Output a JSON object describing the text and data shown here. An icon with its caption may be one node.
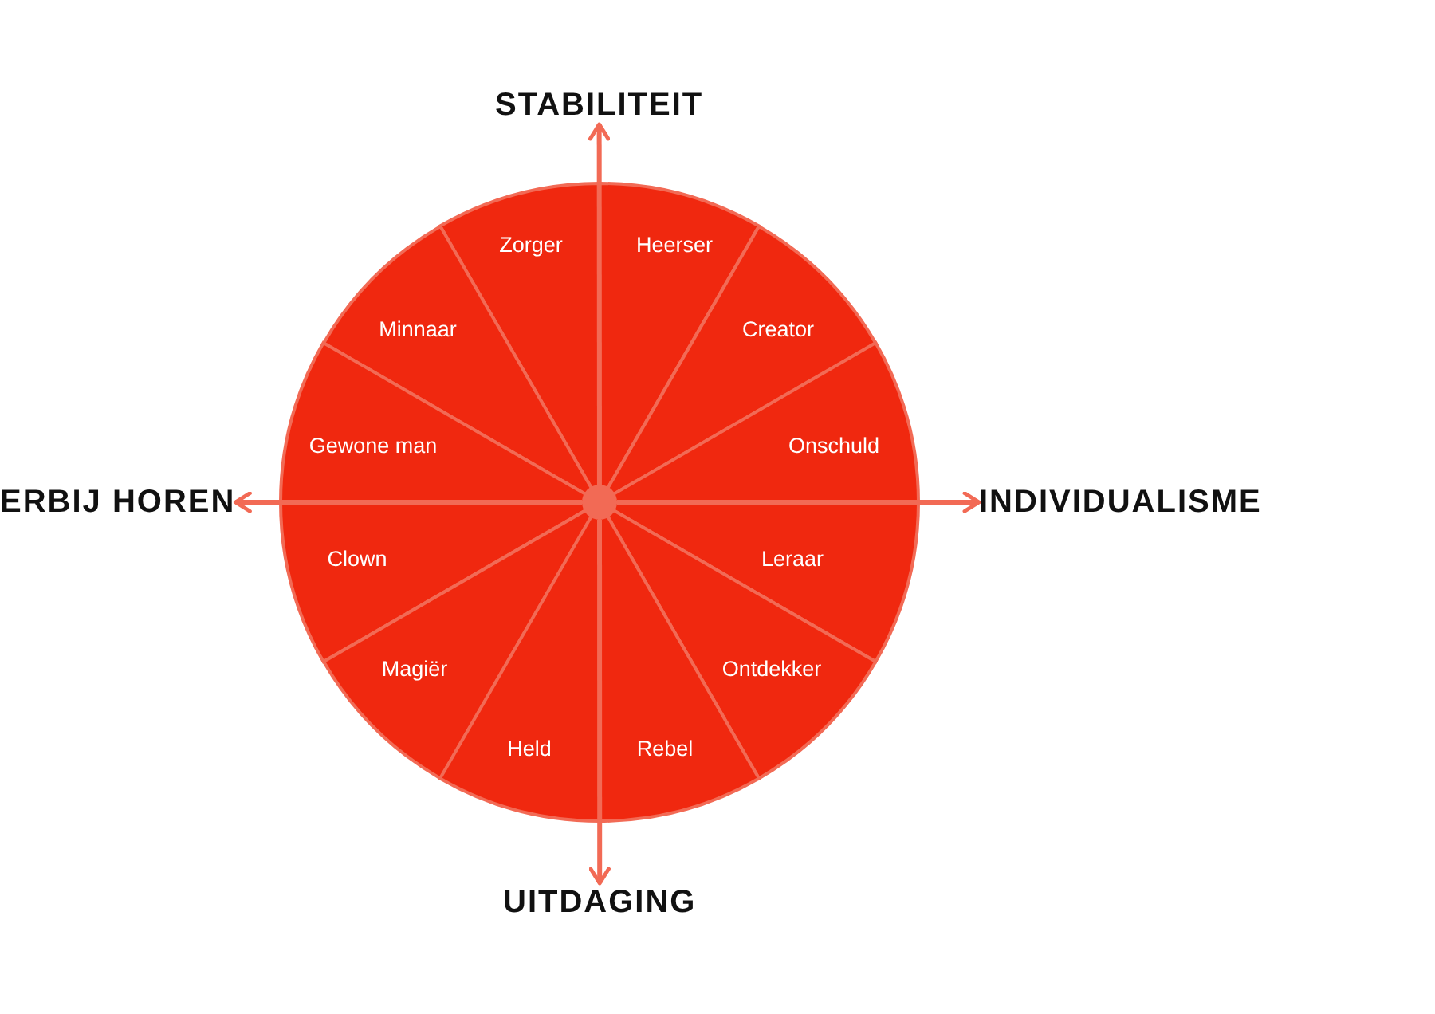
{
  "diagram": {
    "nodes": [
      {
        "text": [
          "STABILITEIT"
        ]
      },
      {
        "text": [],
        "shape": "circle"
      },
      {
        "text": [
          "Zorger"
        ],
        "in": 1
      },
      {
        "text": [
          "Heerser"
        ],
        "in": 1
      },
      {
        "text": [
          "Minnaar"
        ],
        "in": 1
      },
      {
        "text": [
          "Creator"
        ],
        "in": 1
      },
      {
        "text": [
          "Gewone man"
        ],
        "in": 1
      },
      {
        "text": [
          "Onschuld"
        ],
        "in": 1
      },
      {
        "text": [
          "Clown"
        ],
        "in": 1
      },
      {
        "text": [
          "Leraar"
        ],
        "in": 1
      },
      {
        "text": [
          "Magiër"
        ],
        "in": 1
      },
      {
        "text": [
          "Ontdekker"
        ],
        "in": 1
      },
      {
        "text": [
          "Held"
        ],
        "in": 1
      },
      {
        "text": [
          "Rebel"
        ],
        "in": 1
      },
      {
        "text": [],
        "shape": "circle",
        "in": 1
      },
      {
        "text": [
          "ERBIJ HOREN"
        ]
      },
      {
        "text": [
          "INDIVIDUALISME"
        ]
      },
      {
        "text": [
          "UITDAGING"
        ]
      }
    ],
    "edges": [
      {
        "from": 14,
        "to": 0,
        "arrow": "to"
      },
      {
        "from": 14,
        "to": 15,
        "arrow": "to"
      },
      {
        "from": 14,
        "to": 16,
        "arrow": "to"
      },
      {
        "from": 14,
        "to": 17,
        "arrow": "to"
      }
    ]
  }
}
